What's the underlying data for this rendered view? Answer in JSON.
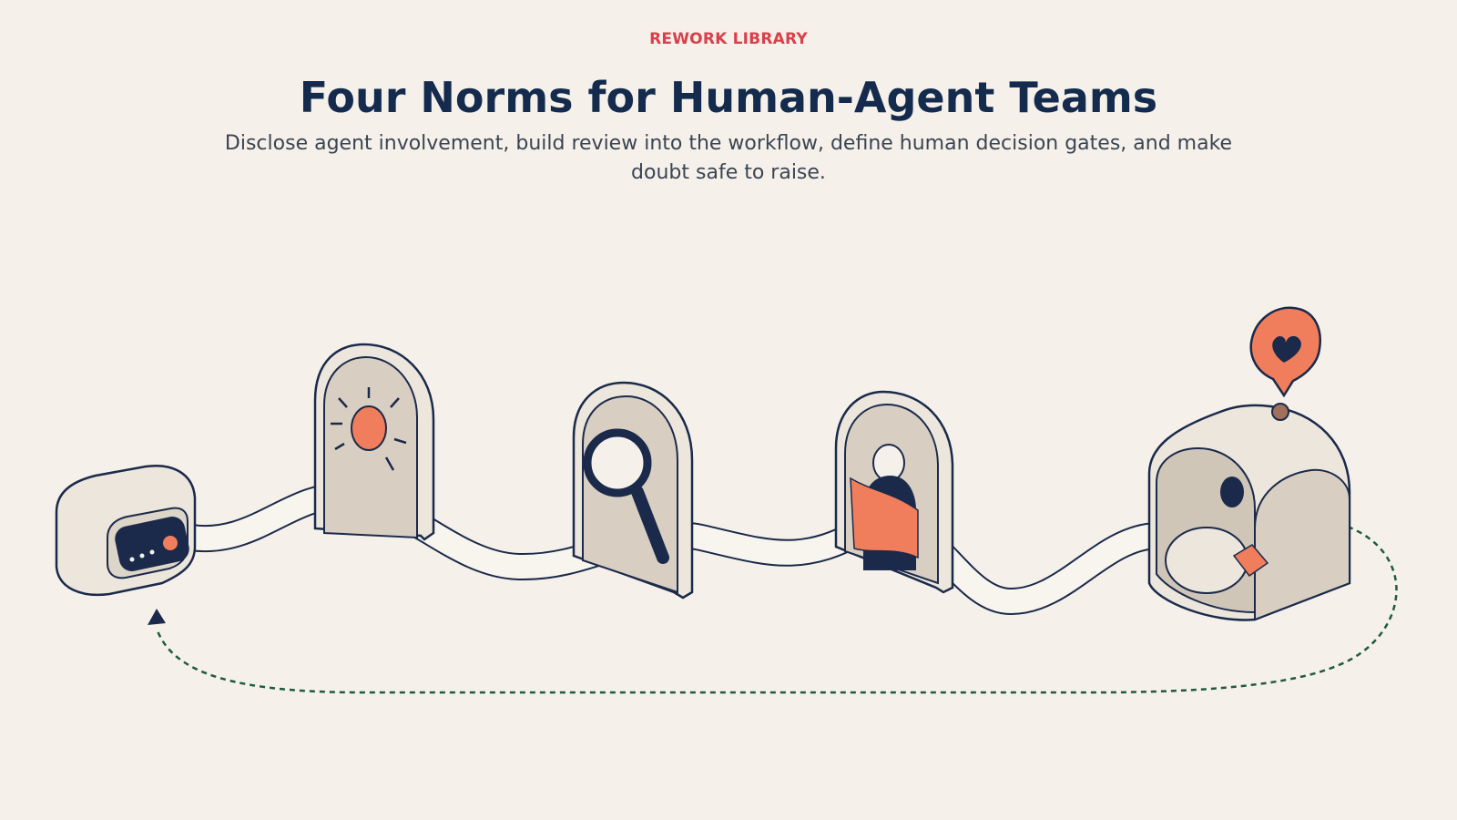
{
  "header": {
    "kicker": "REWORK LIBRARY",
    "title": "Four Norms for Human-Agent Teams",
    "subtitle": "Disclose agent involvement, build review into the workflow, define human decision gates, and make doubt safe to raise."
  },
  "illustration": {
    "stations": [
      {
        "icon": "agent-device-icon"
      },
      {
        "icon": "lightbulb-icon"
      },
      {
        "icon": "magnifying-glass-icon"
      },
      {
        "icon": "human-gate-icon"
      },
      {
        "icon": "safe-space-icon"
      }
    ],
    "loop": "dashed-return-arrow",
    "colors": {
      "accent": "#f07e5c",
      "navy": "#1b2a4a",
      "cream": "#ece6dc",
      "loop": "#1f5a3e",
      "kicker": "#d9404a"
    }
  }
}
